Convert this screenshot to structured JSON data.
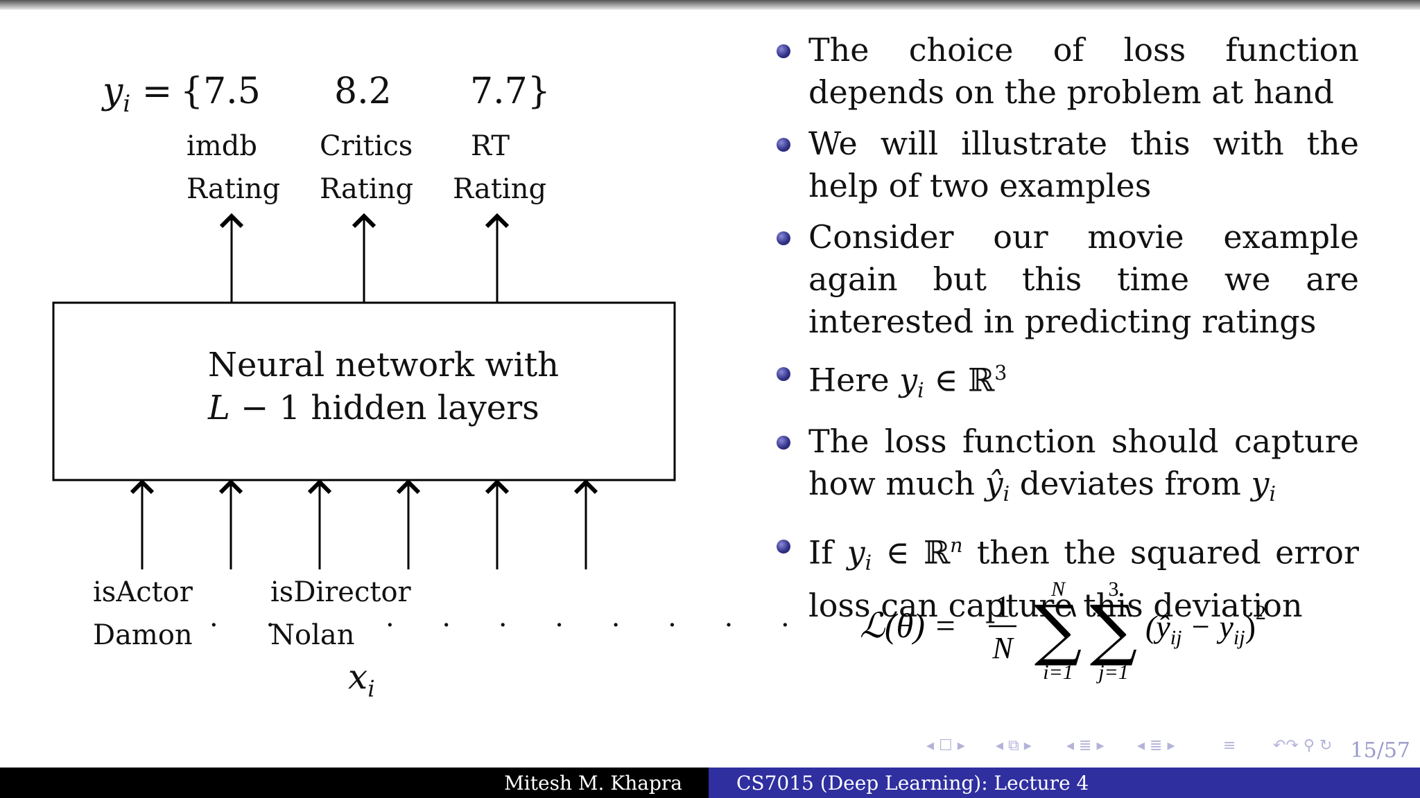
{
  "diagram": {
    "output_equation": {
      "lhs_symbol": "y",
      "lhs_subscript": "i",
      "equals": "=",
      "values": [
        "{7.5",
        "8.2",
        "7.7}"
      ]
    },
    "outputs": [
      {
        "line1": "imdb",
        "line2": "Rating"
      },
      {
        "line1": "Critics",
        "line2": "Rating"
      },
      {
        "line1": "RT",
        "line2": "Rating"
      }
    ],
    "network_box": {
      "line1": "Neural network with",
      "line2_math": "L",
      "line2_op": "− 1",
      "line2_text": "hidden layers"
    },
    "inputs": [
      {
        "line1": "isActor",
        "line2": "Damon"
      },
      {
        "line1": "isDirector",
        "line2": "Nolan"
      }
    ],
    "dots_short": "· ·",
    "dots_long": "· · · · · · · ·",
    "input_symbol": "x",
    "input_subscript": "i"
  },
  "bullets": [
    {
      "text": "The choice of loss function depends on the problem at hand"
    },
    {
      "text": "We will illustrate this with the help of two examples"
    },
    {
      "text": "Consider our movie example again but this time we are interested in predicting ratings"
    },
    {
      "pre": "Here ",
      "var": "y",
      "sub": "i",
      "rel": " ∈ ℝ",
      "sup": "3",
      "post": ""
    },
    {
      "pre": "The loss function should capture how much ",
      "var": "ŷ",
      "sub": "i",
      "mid": " deviates from ",
      "var2": "y",
      "sub2": "i"
    },
    {
      "pre": "If ",
      "var": "y",
      "sub": "i",
      "rel": " ∈ ℝ",
      "sup": "n",
      "post": " then the squared error loss can capture this deviation"
    }
  ],
  "formula": {
    "lhs": "ℒ(θ) =",
    "frac_num": "1",
    "frac_den": "N",
    "sum1_upper": "N",
    "sum1_lower": "i=1",
    "sum2_upper": "3",
    "sum2_lower": "j=1",
    "body": "(ŷ",
    "body_sub": "ij",
    "minus": " − y",
    "minus_sub": "ij",
    "close": ")",
    "power": "2"
  },
  "nav": {
    "icons": [
      "◂ ☐ ▸",
      "◂ ⧉ ▸",
      "◂ ≣ ▸",
      "◂ ≣ ▸",
      "≡",
      "↶↷ ⚲ ↻"
    ],
    "page": "15/57"
  },
  "footer": {
    "author": "Mitesh M. Khapra",
    "course": "CS7015 (Deep Learning): Lecture 4"
  }
}
